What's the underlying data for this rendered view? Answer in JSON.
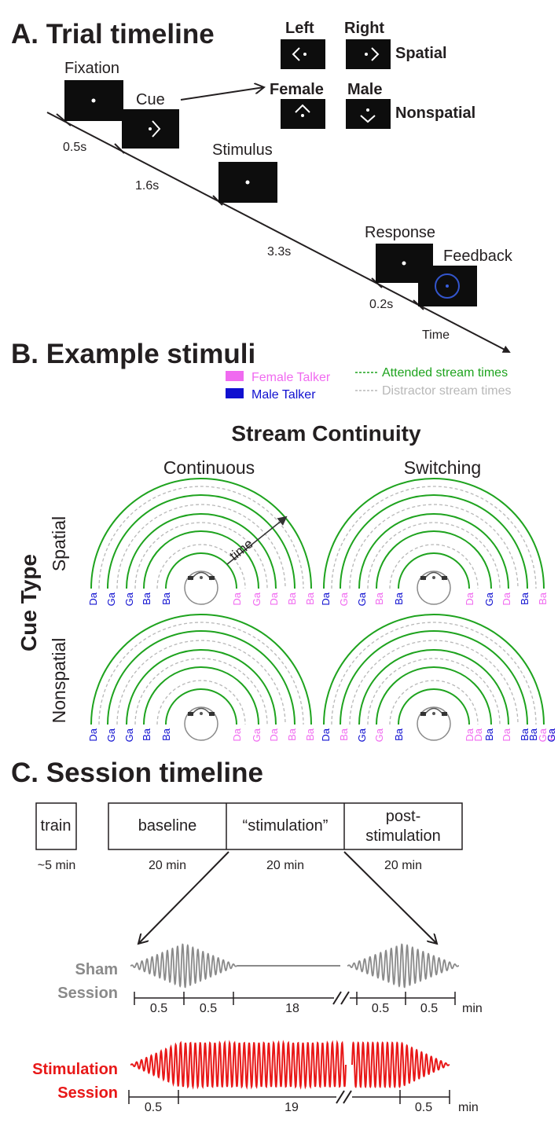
{
  "panel_a": {
    "title": "A. Trial timeline",
    "events": {
      "fixation": "Fixation",
      "cue": "Cue",
      "stimulus": "Stimulus",
      "response": "Response",
      "feedback": "Feedback"
    },
    "durations": [
      "0.5s",
      "1.6s",
      "3.3s",
      "0.2s"
    ],
    "time_label": "Time",
    "cue_examples": {
      "left": "Left",
      "right": "Right",
      "female": "Female",
      "male": "Male",
      "spatial": "Spatial",
      "nonspatial": "Nonspatial"
    }
  },
  "panel_b": {
    "title": "B. Example stimuli",
    "legend": {
      "female": "Female Talker",
      "male": "Male Talker",
      "attended": "Attended stream times",
      "distractor": "Distractor stream times"
    },
    "colors": {
      "female": "#f06af0",
      "male": "#1010d0",
      "attended": "#1ea31e",
      "distractor": "#b8b8b8"
    },
    "stream_title": "Stream Continuity",
    "continuous": "Continuous",
    "switching": "Switching",
    "cue_type": "Cue Type",
    "spatial": "Spatial",
    "nonspatial": "Nonspatial",
    "time_arrow": "time",
    "panels": [
      {
        "left": [
          [
            "Da",
            "m"
          ],
          [
            "Ga",
            "m"
          ],
          [
            "Ga",
            "m"
          ],
          [
            "Ba",
            "m"
          ],
          [
            "Ba",
            "m"
          ]
        ],
        "right": [
          [
            "Da",
            "f"
          ],
          [
            "Ga",
            "f"
          ],
          [
            "Da",
            "f"
          ],
          [
            "Ba",
            "f"
          ],
          [
            "Ba",
            "f"
          ]
        ]
      },
      {
        "left": [
          [
            "Da",
            "m"
          ],
          [
            "Ga",
            "f"
          ],
          [
            "Ga",
            "m"
          ],
          [
            "Ba",
            "f"
          ],
          [
            "Ba",
            "m"
          ]
        ],
        "right": [
          [
            "Da",
            "f"
          ],
          [
            "Ga",
            "m"
          ],
          [
            "Da",
            "f"
          ],
          [
            "Ba",
            "m"
          ],
          [
            "Ba",
            "f"
          ]
        ]
      },
      {
        "left": [
          [
            "Da",
            "m"
          ],
          [
            "Ga",
            "m"
          ],
          [
            "Ga",
            "m"
          ],
          [
            "Ba",
            "m"
          ],
          [
            "Ba",
            "m"
          ]
        ],
        "right": [
          [
            "Da",
            "f"
          ],
          [
            "Ga",
            "f"
          ],
          [
            "Da",
            "f"
          ],
          [
            "Ba",
            "f"
          ],
          [
            "Ba",
            "f"
          ]
        ]
      },
      {
        "left": [
          [
            "Da",
            "m"
          ],
          [
            "Ba",
            "f"
          ],
          [
            "Ga",
            "m"
          ],
          [
            "Ga",
            "f"
          ],
          [
            "Ba",
            "m"
          ]
        ],
        "right": [
          [
            "Da",
            "f"
          ],
          [
            "Ba",
            "m"
          ],
          [
            "Da",
            "f"
          ],
          [
            "Ba",
            "m"
          ],
          [
            "Ga",
            "f"
          ]
        ],
        "extra": [
          [
            0,
            "Da",
            "f"
          ],
          [
            3,
            "Ba",
            "m"
          ],
          [
            4,
            "Ba",
            "f"
          ],
          [
            4,
            "Ga",
            "m"
          ]
        ]
      }
    ]
  },
  "panel_c": {
    "title": "C. Session timeline",
    "blocks": [
      {
        "label": "train",
        "duration": "~5 min"
      },
      {
        "label": "baseline",
        "duration": "20 min"
      },
      {
        "label": "“stimulation”",
        "duration": "20 min"
      },
      {
        "label_line1": "post-",
        "label_line2": "stimulation",
        "duration": "20 min"
      }
    ],
    "sham": {
      "line1": "Sham",
      "line2": "Session",
      "color": "#8a8a8a",
      "segments": [
        "0.5",
        "0.5",
        "18",
        "0.5",
        "0.5"
      ],
      "unit": "min"
    },
    "stim": {
      "line1": "Stimulation",
      "line2": "Session",
      "color": "#e81818",
      "segments": [
        "0.5",
        "19",
        "0.5"
      ],
      "unit": "min"
    }
  }
}
